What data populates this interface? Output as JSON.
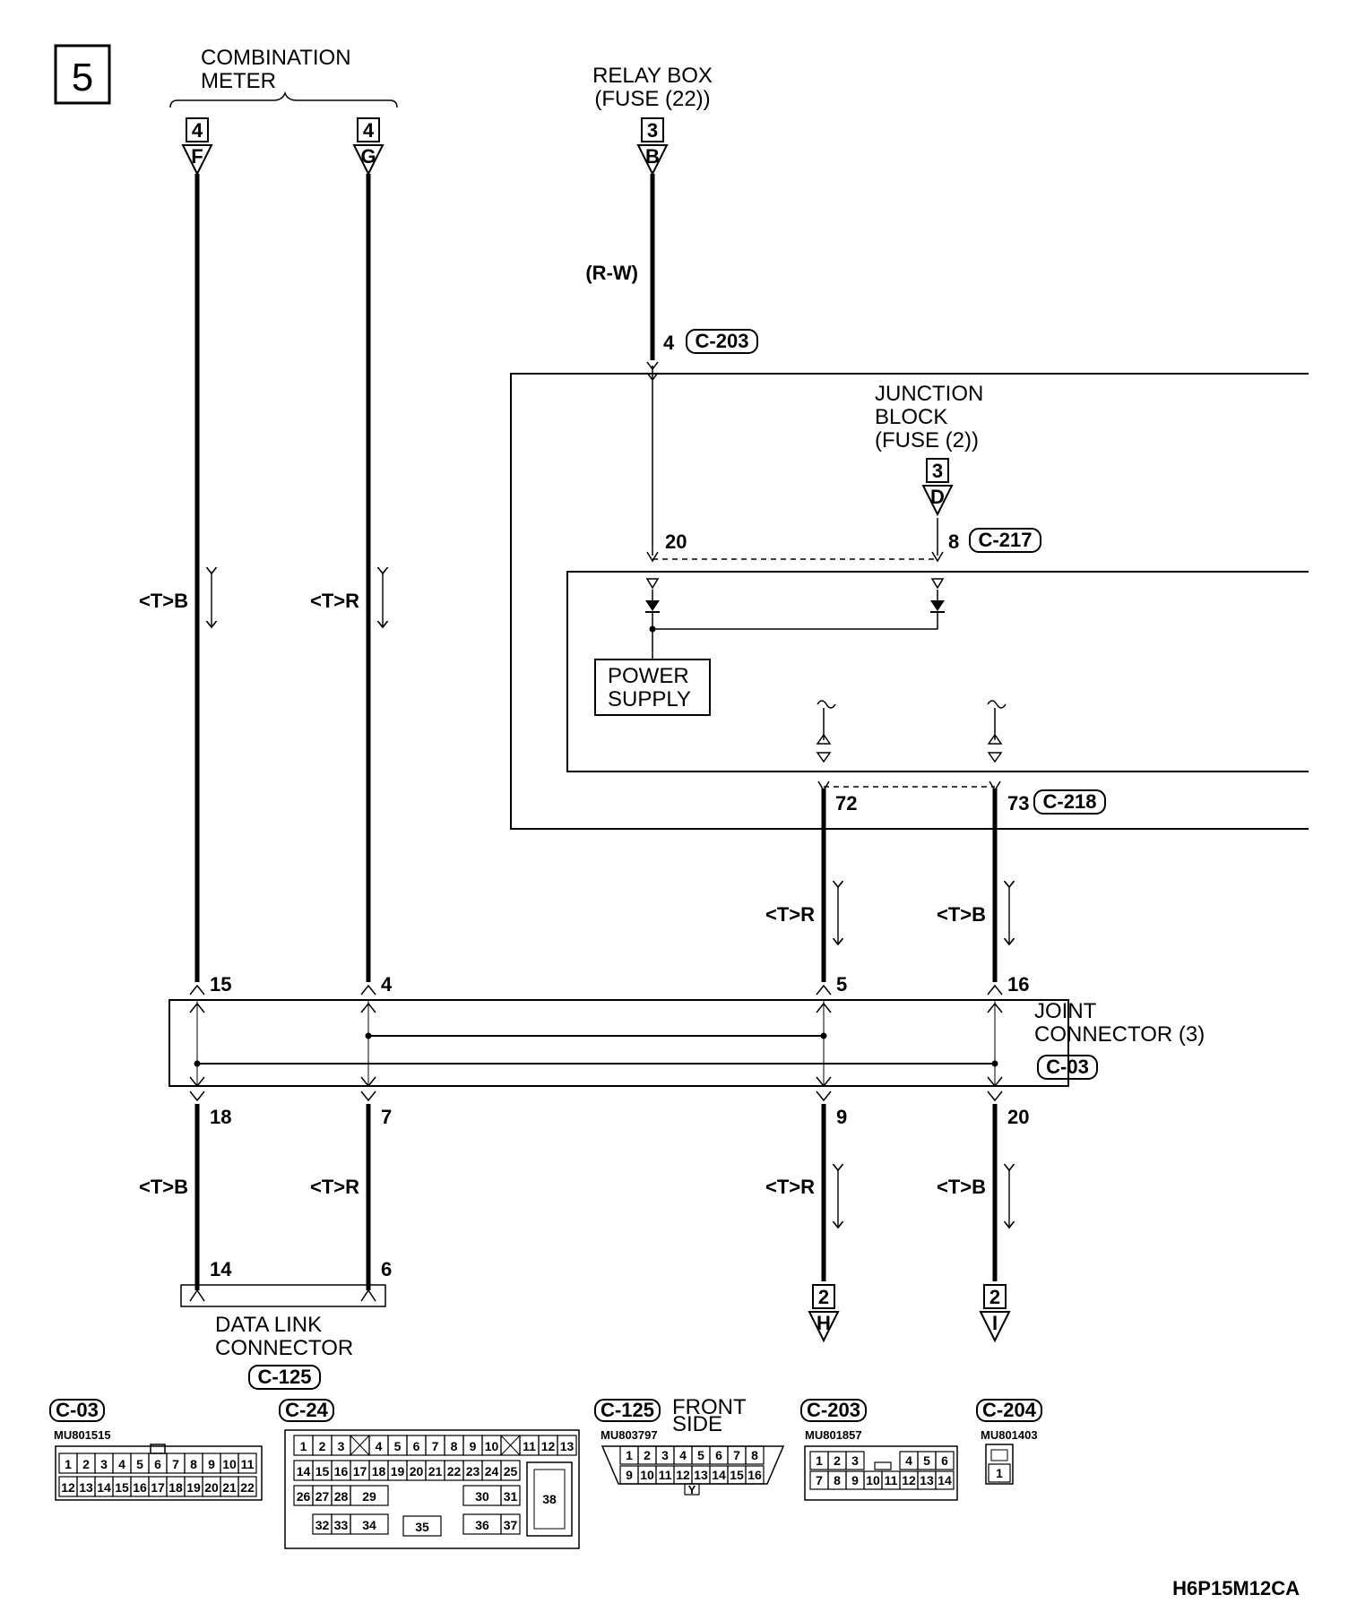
{
  "page_number": "5",
  "drawing_code": "H6P15M12CA",
  "components": {
    "combination_meter": "COMBINATION\nMETER",
    "relay_box": "RELAY BOX\n(FUSE (22))",
    "junction_block": "JUNCTION\nBLOCK\n(FUSE (2))",
    "power_supply": "POWER\nSUPPLY",
    "joint_connector": "JOINT\nCONNECTOR (3)",
    "data_link_connector": "DATA LINK\nCONNECTOR"
  },
  "off_page": {
    "meter_f": {
      "page": "4",
      "letter": "F"
    },
    "meter_g": {
      "page": "4",
      "letter": "G"
    },
    "relay_b": {
      "page": "3",
      "letter": "B"
    },
    "jb_d": {
      "page": "3",
      "letter": "D"
    },
    "out_h": {
      "page": "2",
      "letter": "H"
    },
    "out_i": {
      "page": "2",
      "letter": "I"
    }
  },
  "connector_refs": {
    "c203": "C-203",
    "c217": "C-217",
    "c218": "C-218",
    "c03": "C-03",
    "c125": "C-125"
  },
  "wire_colors": {
    "relay": "(R-W)",
    "tb": "<T>B",
    "tr": "<T>R"
  },
  "pins": {
    "relay_c203": "4",
    "jb_20": "20",
    "jb_8": "8",
    "jb_72": "72",
    "jb_73": "73",
    "jc_15": "15",
    "jc_4": "4",
    "jc_5": "5",
    "jc_16": "16",
    "jc_18": "18",
    "jc_7": "7",
    "jc_9": "9",
    "jc_20": "20",
    "dlc_14": "14",
    "dlc_6": "6"
  },
  "connectors": {
    "c03": {
      "label": "C-03",
      "part": "MU801515",
      "rows": [
        [
          "1",
          "2",
          "3",
          "4",
          "5",
          "6",
          "7",
          "8",
          "9",
          "10",
          "11"
        ],
        [
          "12",
          "13",
          "14",
          "15",
          "16",
          "17",
          "18",
          "19",
          "20",
          "21",
          "22"
        ]
      ]
    },
    "c24": {
      "label": "C-24",
      "rows": [
        [
          "1",
          "2",
          "3",
          "",
          "4",
          "5",
          "6",
          "7",
          "8",
          "9",
          "10",
          "",
          "11",
          "12",
          "13"
        ],
        [
          "14",
          "15",
          "16",
          "17",
          "18",
          "19",
          "20",
          "21",
          "22",
          "23",
          "24",
          "25"
        ],
        [
          "26",
          "27",
          "28",
          "29",
          "30",
          "31",
          "38"
        ],
        [
          "32",
          "33",
          "34",
          "35",
          "36",
          "37"
        ]
      ]
    },
    "c125": {
      "label": "C-125",
      "note": "FRONT\nSIDE",
      "part": "MU803797",
      "rows": [
        [
          "1",
          "2",
          "3",
          "4",
          "5",
          "6",
          "7",
          "8"
        ],
        [
          "9",
          "10",
          "11",
          "12",
          "13",
          "14",
          "15",
          "16"
        ]
      ],
      "key": "Y"
    },
    "c203": {
      "label": "C-203",
      "part": "MU801857",
      "rows": [
        [
          "1",
          "2",
          "3",
          "4",
          "5",
          "6"
        ],
        [
          "7",
          "8",
          "9",
          "10",
          "11",
          "12",
          "13",
          "14"
        ]
      ]
    },
    "c204": {
      "label": "C-204",
      "part": "MU801403",
      "rows": [
        [
          "1"
        ]
      ]
    }
  },
  "colors": {
    "line": "#000000",
    "background": "#ffffff"
  }
}
